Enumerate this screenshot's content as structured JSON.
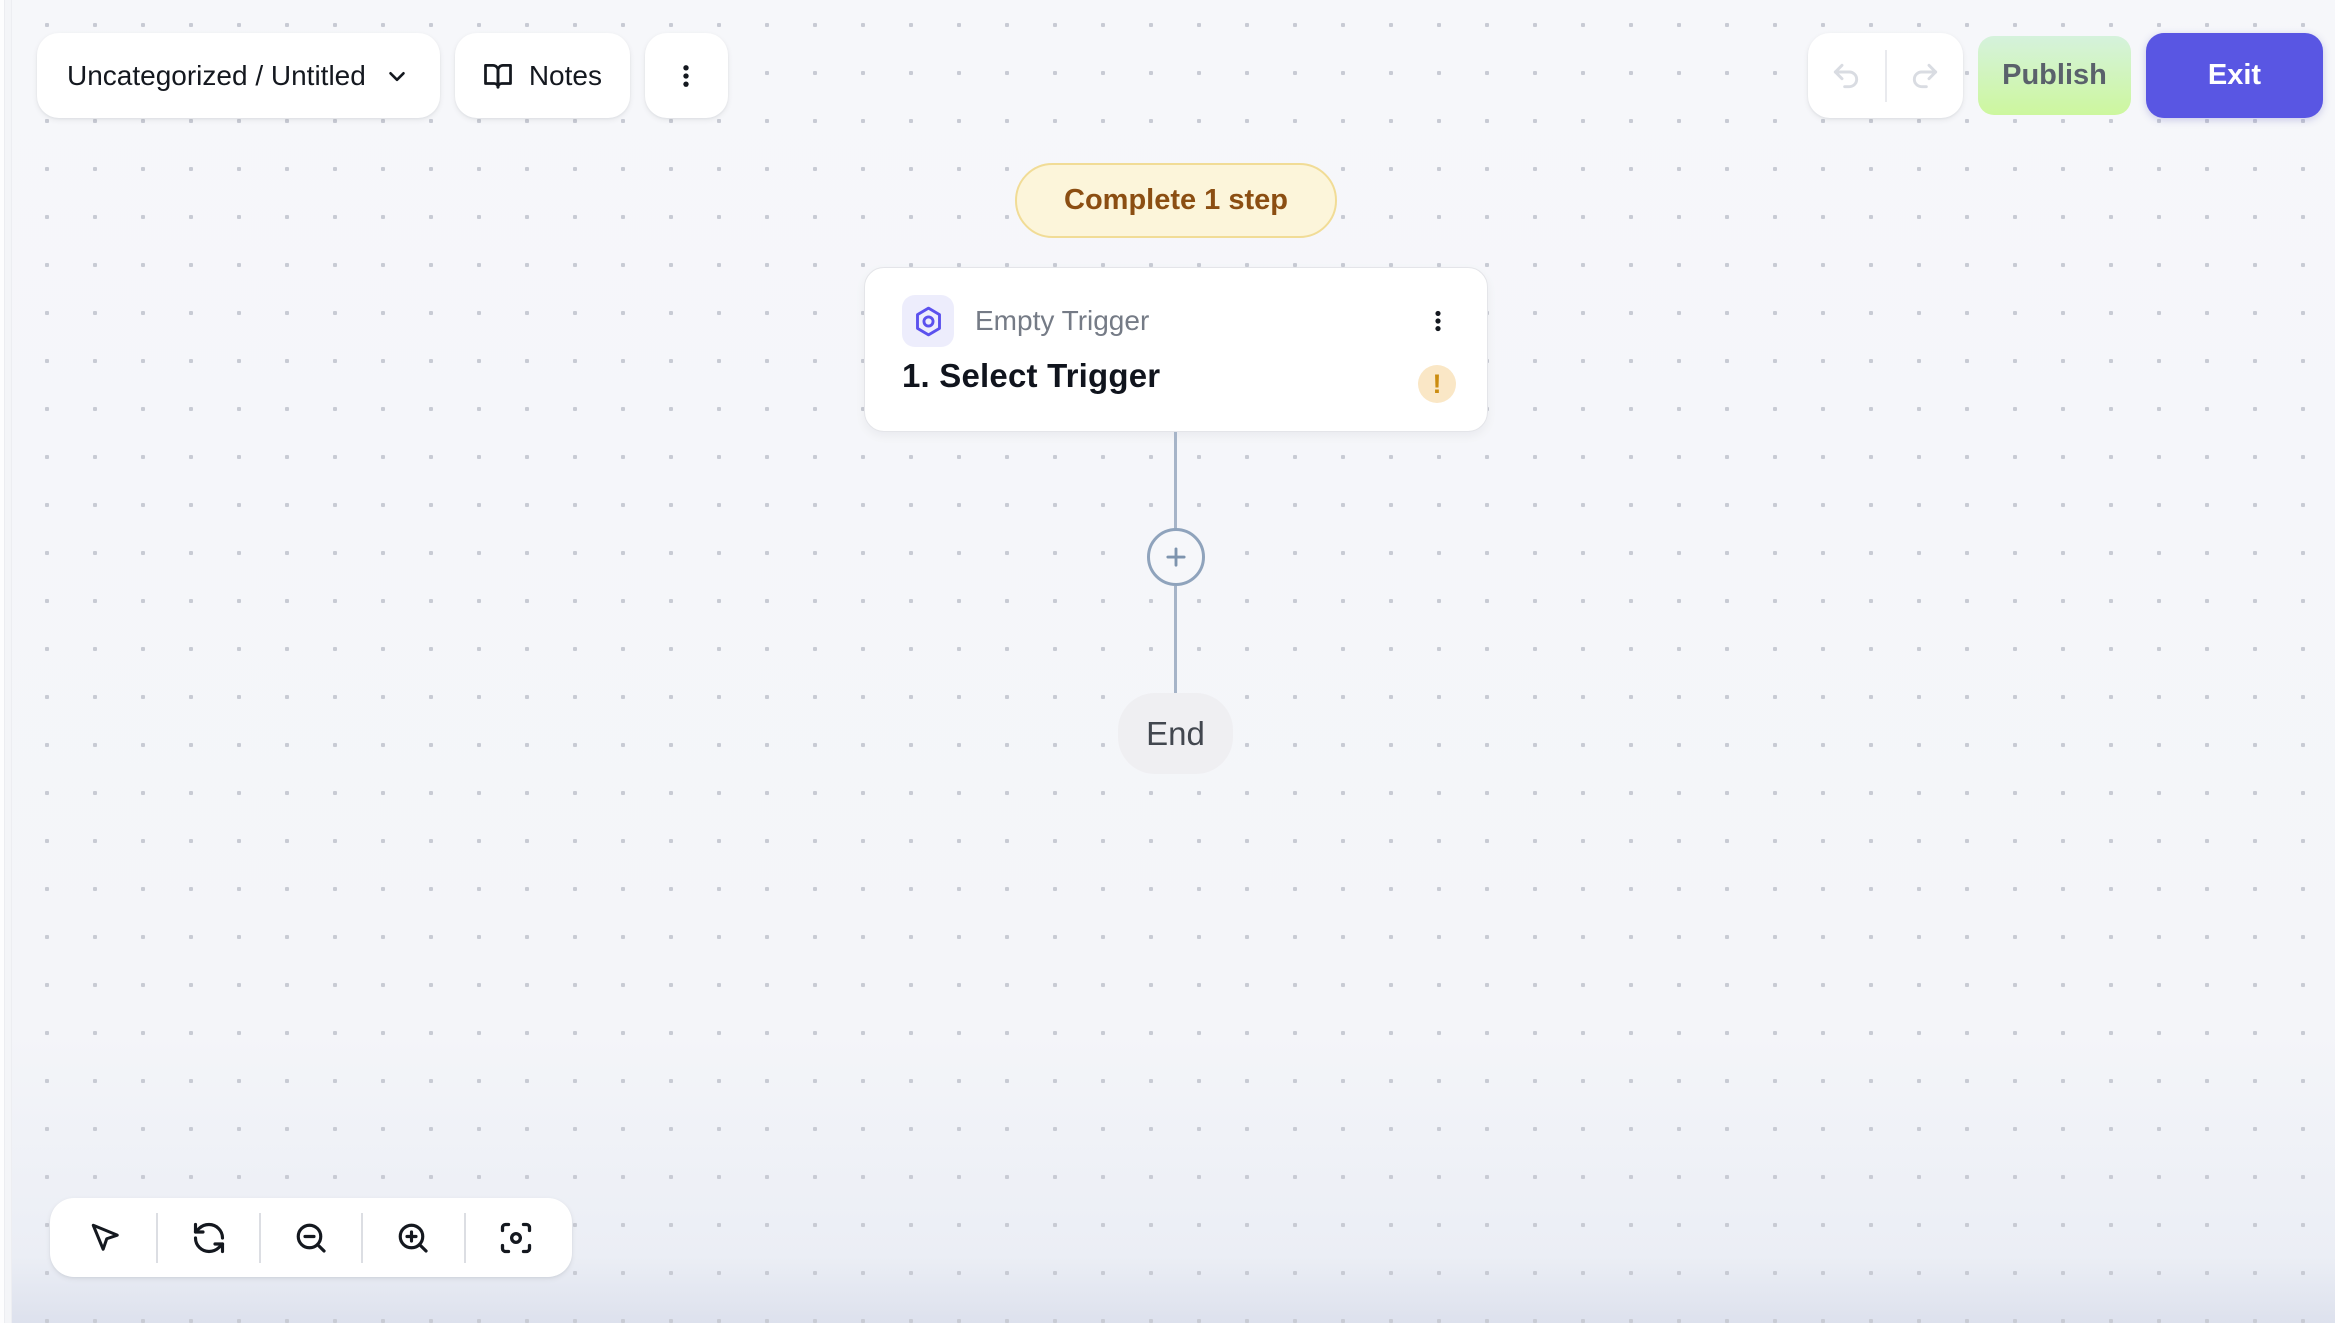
{
  "header": {
    "breadcrumb_label": "Uncategorized / Untitled",
    "notes_label": "Notes",
    "publish_label": "Publish",
    "exit_label": "Exit",
    "icons": {
      "breadcrumb": "chevron-down",
      "notes": "book-open",
      "more": "kebab-vertical",
      "history": [
        "undo-arrow",
        "redo-arrow"
      ]
    }
  },
  "flow": {
    "status_badge": "Complete 1 step",
    "trigger_card": {
      "type_label": "Empty Trigger",
      "title": "1. Select Trigger",
      "warning_glyph": "!",
      "icons": [
        "hexagon-trigger",
        "kebab-vertical",
        "warning-exclamation"
      ]
    },
    "add_step_icon": "plus-circle",
    "end_label": "End"
  },
  "toolbar": {
    "tools": [
      "select-pointer",
      "refresh",
      "zoom-out",
      "zoom-in",
      "fit-view"
    ]
  },
  "colors": {
    "accent_indigo": "#5956E3",
    "exit_text": "#FFFFFF",
    "publish_grad_top": "#D5F2DC",
    "publish_grad_bottom": "#CDF79E",
    "publish_text": "#5A616B",
    "badge_bg": "#FCF5DA",
    "badge_border": "#F1DC96",
    "badge_text": "#8B4E12",
    "warning_bg": "#FAE7C6",
    "warning_fg": "#CB8C10",
    "trigger_icon": "#5B51EE",
    "trigger_icon_bg": "#EDEDFC",
    "connector": "#A6B4C8",
    "canvas_bg": "#F6F7FA",
    "canvas_dot": "#C8CBD4",
    "end_bg": "#EFEFF2",
    "icon_dark": "#14181F",
    "muted_text": "#757B86",
    "title_text": "#10141D",
    "disabled_icon": "#D9DCE2"
  }
}
